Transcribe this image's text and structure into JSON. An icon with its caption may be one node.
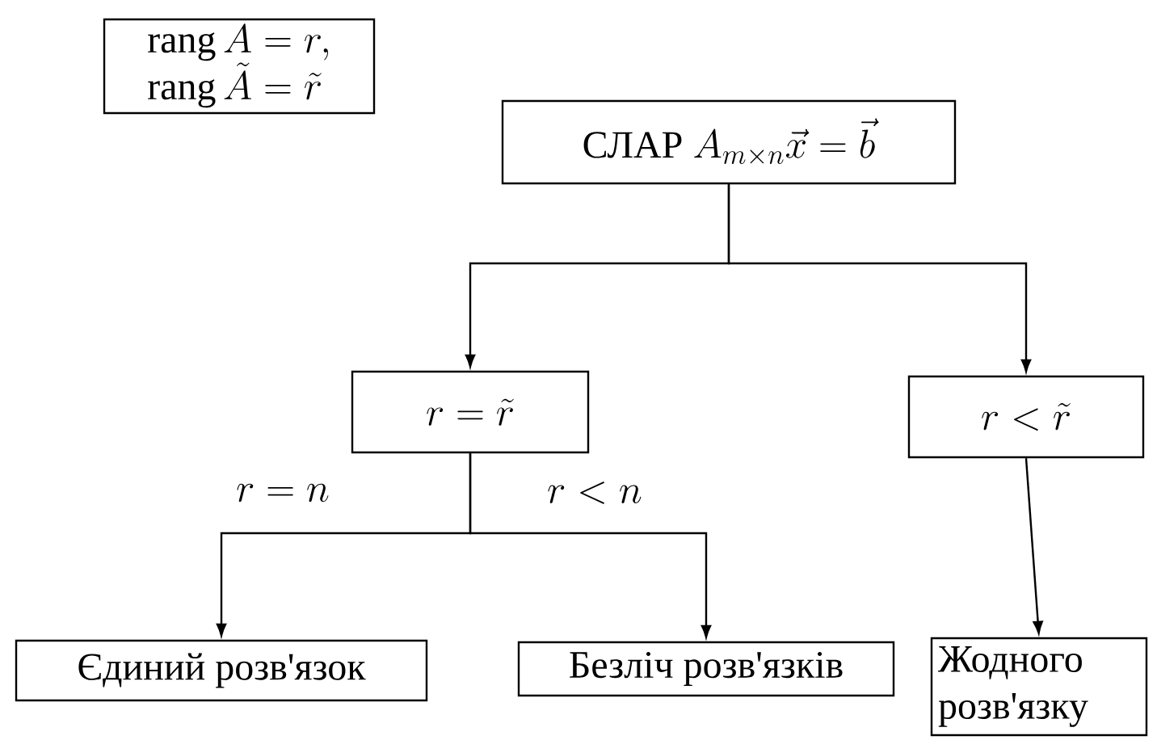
{
  "diagram": {
    "nodes": [
      {
        "text": [
          "\\mathrm{rang}\\, A = r,",
          "\\mathrm{rang}\\, \\tilde{A} = \\tilde{r}"
        ]
      },
      {
        "text": [
          "\\text{СЛАР } A_{m\\times n}\\vec{x} = \\vec{b}"
        ]
      },
      {
        "text": [
          "r = \\tilde{r}"
        ]
      },
      {
        "text": [
          "r < \\tilde{r}"
        ]
      },
      {
        "text": [
          "Єдиний розв'язок"
        ]
      },
      {
        "text": [
          "Безліч розв'язків"
        ]
      },
      {
        "text": [
          "Жодного розв'язку"
        ]
      }
    ],
    "edges": [
      {
        "from": 1,
        "to": 2,
        "arrow": "to"
      },
      {
        "from": 1,
        "to": 3,
        "arrow": "to"
      },
      {
        "from": 2,
        "to": 4,
        "arrow": "to",
        "label": "r = n"
      },
      {
        "from": 2,
        "to": 5,
        "arrow": "to",
        "label": "r < n"
      },
      {
        "from": 3,
        "to": 6,
        "arrow": "to"
      }
    ]
  }
}
